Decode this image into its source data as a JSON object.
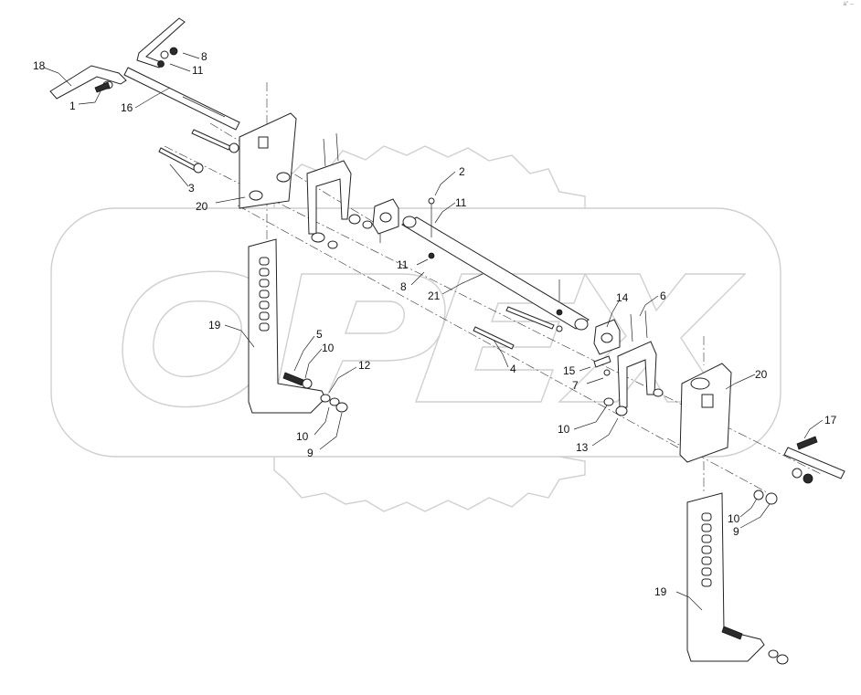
{
  "corner_mark": "à\" ─",
  "watermark": {
    "text": "OPEX"
  },
  "callouts": [
    {
      "id": "c18",
      "text": "18"
    },
    {
      "id": "c1",
      "text": "1"
    },
    {
      "id": "c16",
      "text": "16"
    },
    {
      "id": "c8a",
      "text": "8"
    },
    {
      "id": "c11a",
      "text": "11"
    },
    {
      "id": "c3",
      "text": "3"
    },
    {
      "id": "c20a",
      "text": "20"
    },
    {
      "id": "c2",
      "text": "2"
    },
    {
      "id": "c11b",
      "text": "11"
    },
    {
      "id": "c11c",
      "text": "11"
    },
    {
      "id": "c8b",
      "text": "8"
    },
    {
      "id": "c21",
      "text": "21"
    },
    {
      "id": "c19a",
      "text": "19"
    },
    {
      "id": "c5",
      "text": "5"
    },
    {
      "id": "c10a",
      "text": "10"
    },
    {
      "id": "c12",
      "text": "12"
    },
    {
      "id": "c10b",
      "text": "10"
    },
    {
      "id": "c9a",
      "text": "9"
    },
    {
      "id": "c4",
      "text": "4"
    },
    {
      "id": "c14",
      "text": "14"
    },
    {
      "id": "c6",
      "text": "6"
    },
    {
      "id": "c15",
      "text": "15"
    },
    {
      "id": "c7",
      "text": "7"
    },
    {
      "id": "c10c",
      "text": "10"
    },
    {
      "id": "c13",
      "text": "13"
    },
    {
      "id": "c20b",
      "text": "20"
    },
    {
      "id": "c17",
      "text": "17"
    },
    {
      "id": "c10d",
      "text": "10"
    },
    {
      "id": "c9b",
      "text": "9"
    },
    {
      "id": "c19b",
      "text": "19"
    }
  ]
}
